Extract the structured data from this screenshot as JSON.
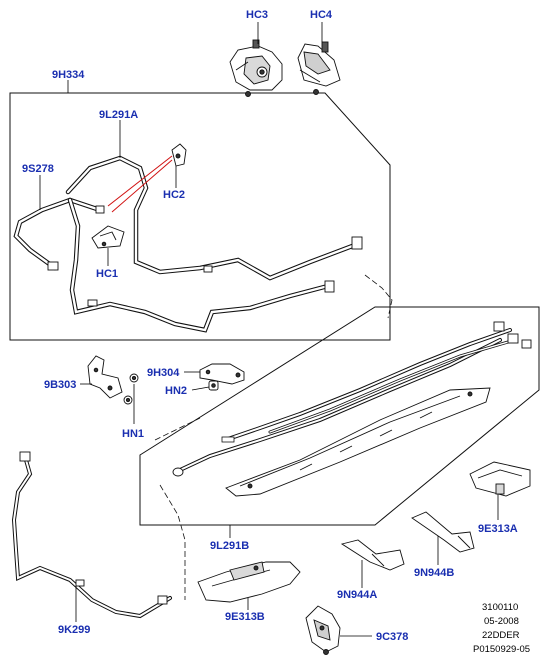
{
  "colors": {
    "callout": "#1a2fb0",
    "leader": "#000000",
    "highlight": "#d01010",
    "line": "#111111",
    "part_fill": "#ffffff",
    "part_shade": "#bfbfbf"
  },
  "callouts": {
    "hc3": "HC3",
    "hc4": "HC4",
    "p9h334": "9H334",
    "p9l291a": "9L291A",
    "p9s278": "9S278",
    "hc2": "HC2",
    "hc1": "HC1",
    "p9b303": "9B303",
    "p9h304": "9H304",
    "hn2": "HN2",
    "hn1": "HN1",
    "p9l291b": "9L291B",
    "p9e313a": "9E313A",
    "p9n944b": "9N944B",
    "p9n944a": "9N944A",
    "p9e313b": "9E313B",
    "p9k299": "9K299",
    "p9c378": "9C378"
  },
  "reference": {
    "code": "3100110",
    "date": "05-2008",
    "model": "22DDER",
    "illustration": "P0150929-05"
  }
}
